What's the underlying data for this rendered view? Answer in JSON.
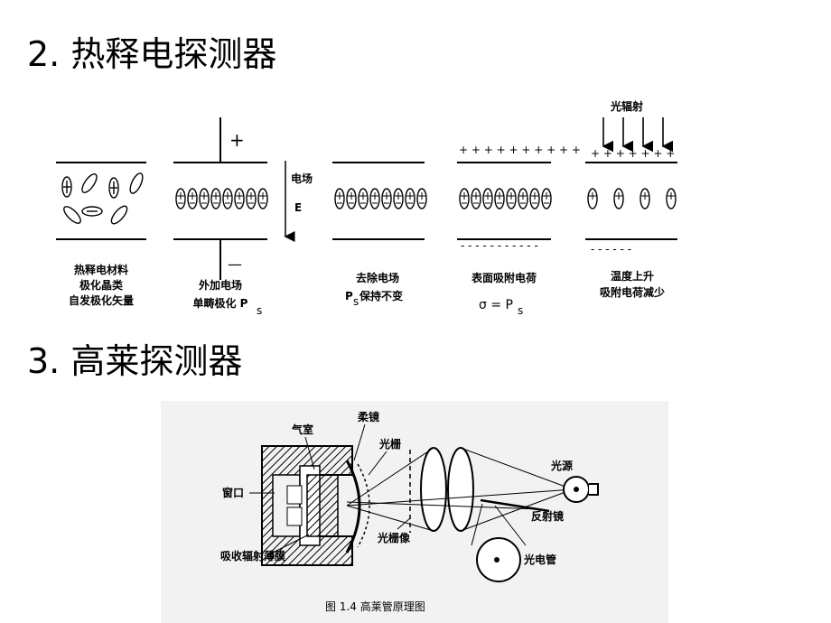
{
  "section1": {
    "title": "2. 热释电探测器"
  },
  "section2": {
    "title": "3. 高莱探测器"
  },
  "pyro": {
    "panels": [
      {
        "caption": [
          "热释电材料",
          "极化晶类",
          "自发极化矢量"
        ]
      },
      {
        "caption": [
          "外加电场",
          "单畴极化 P",
          "s"
        ],
        "plus": "+",
        "minus": "—"
      },
      {
        "caption": [
          "去除电场",
          "P",
          "s",
          " 保持不变"
        ]
      },
      {
        "caption": [
          "表面吸附电荷",
          "σ = P",
          "s"
        ],
        "top_charges": "+ + + + + + + + + +",
        "bottom_charges": "- - - - - - - - - - -"
      },
      {
        "caption": [
          "温度上升",
          "吸附电荷减少"
        ],
        "radiation": "光辐射",
        "top_charges": "+  +  +  +  +  +  +",
        "bottom_charges": "-   -   -   -   -   -"
      }
    ],
    "field_label": "电场",
    "field_symbol": "E"
  },
  "golay": {
    "labels": {
      "gas_chamber": "气室",
      "flexible_mirror": "柔镜",
      "grating": "光栅",
      "light_source": "光源",
      "window": "窗口",
      "reflector": "反射镜",
      "grating_image": "光栅像",
      "absorbing_film": "吸收辐射薄膜",
      "photocell": "光电管"
    },
    "caption": "图 1.4 高莱管原理图"
  }
}
